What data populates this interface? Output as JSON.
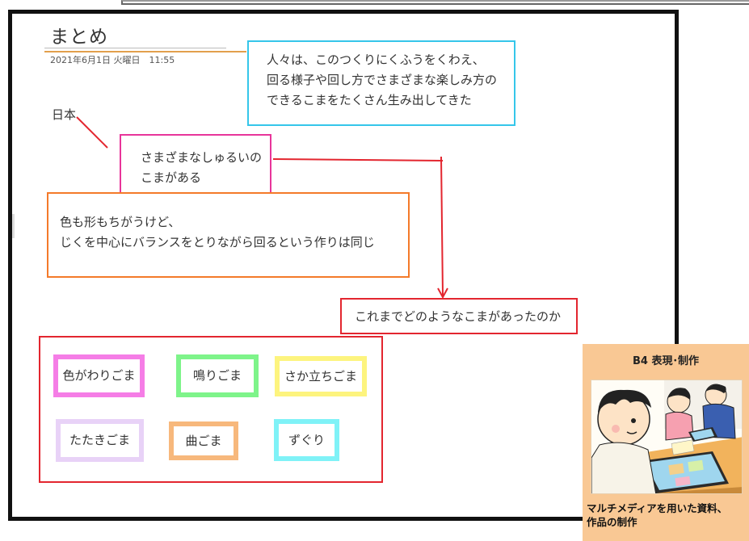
{
  "page": {
    "title": "まとめ",
    "date": "2021年6月1日 火曜日　11:55"
  },
  "notes": {
    "cyan": [
      "人々は、このつくりにくふうをくわえ、",
      "回る様子や回し方でさまざまな楽しみ方の",
      "できるこまをたくさん生み出してきた"
    ],
    "nihon": "日本",
    "magenta": [
      "さまざまなしゅるいの",
      "こまがある"
    ],
    "orange": [
      "色も形もちがうけど、",
      "じくを中心にバランスをとりながら回るという作りは同じ"
    ],
    "question": "これまでどのようなこまがあったのか"
  },
  "koma": [
    "色がわりごま",
    "鳴りごま",
    "さか立ちごま",
    "たたきごま",
    "曲ごま",
    "ずぐり"
  ],
  "card": {
    "title": "B4 表現･制作",
    "caption": [
      "マルチメディアを用いた資料、",
      "作品の制作"
    ]
  },
  "colors": {
    "cyan": "#35c6ea",
    "magenta": "#e8349a",
    "orange": "#f47a2a",
    "red": "#e3262f",
    "card_bg": "#f9c894"
  }
}
